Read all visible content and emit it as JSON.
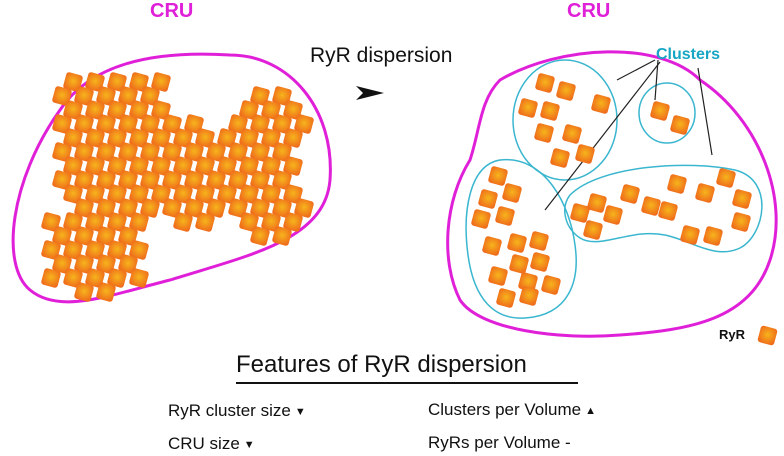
{
  "titles": {
    "cru_left": "CRU",
    "cru_right": "CRU",
    "transition": "RyR dispersion",
    "clusters": "Clusters"
  },
  "legend": {
    "label": "RyR"
  },
  "features": {
    "heading": "Features of RyR dispersion",
    "items": [
      {
        "text": "RyR cluster size",
        "arrow": "▼"
      },
      {
        "text": "Clusters per Volume",
        "arrow": "▲"
      },
      {
        "text": "CRU size",
        "arrow": "▼"
      },
      {
        "text": "RyRs per Volume -",
        "arrow": ""
      }
    ]
  },
  "colors": {
    "cru_outline": "#e020d8",
    "cluster_outline": "#3ab6cf",
    "ryr_fill_center": "#f6b41c",
    "ryr_fill_edge": "#ef6c1b",
    "clusters_text": "#17a6c4"
  }
}
